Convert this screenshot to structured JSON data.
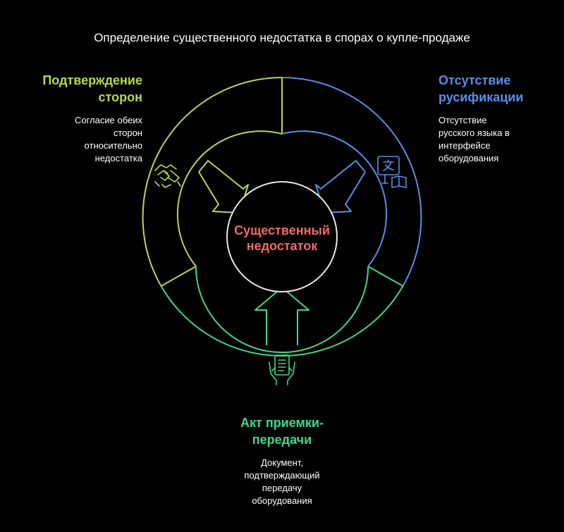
{
  "title": "Определение существенного недостатка в спорах о купле-продаже",
  "center": {
    "line1": "Существенный",
    "line2": "недостаток"
  },
  "segments": [
    {
      "id": "confirmation",
      "heading_line1": "Подтверждение",
      "heading_line2": "сторон",
      "desc_lines": [
        "Согласие обеих",
        "сторон",
        "относительно",
        "недостатка"
      ],
      "color": "#b5d94f",
      "icon": "handshake-icon"
    },
    {
      "id": "russification",
      "heading_line1": "Отсутствие",
      "heading_line2": "русификации",
      "desc_lines": [
        "Отсутствие",
        "русского языка в",
        "интерфейсе",
        "оборудования"
      ],
      "color": "#5b8ee6",
      "icon": "translate-book-icon"
    },
    {
      "id": "acceptance",
      "heading_line1": "Акт приемки-",
      "heading_line2": "передачи",
      "desc_lines": [
        "Документ,",
        "подтверждающий",
        "передачу",
        "оборудования"
      ],
      "color": "#3ed88b",
      "icon": "document-hands-icon"
    }
  ],
  "colors": {
    "background": "#000000",
    "center_text": "#f06a6a",
    "center_ring": "#ffffff"
  }
}
